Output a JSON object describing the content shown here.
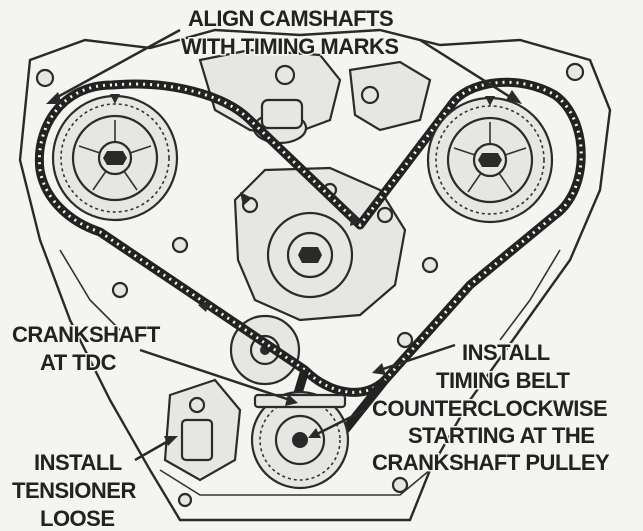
{
  "labels": {
    "align_line1": "ALIGN CAMSHAFTS",
    "align_line2": "WITH TIMING MARKS",
    "crank_line1": "CRANKSHAFT",
    "crank_line2": "AT TDC",
    "install_belt_line1": "INSTALL",
    "install_belt_line2": "TIMING BELT",
    "install_belt_line3": "COUNTERCLOCKWISE",
    "install_belt_line4": "STARTING AT THE",
    "install_belt_line5": "CRANKSHAFT PULLEY",
    "tensioner_line1": "INSTALL",
    "tensioner_line2": "TENSIONER",
    "tensioner_line3": "LOOSE"
  },
  "colors": {
    "ink": "#222222",
    "paper": "#f4f4f1"
  }
}
